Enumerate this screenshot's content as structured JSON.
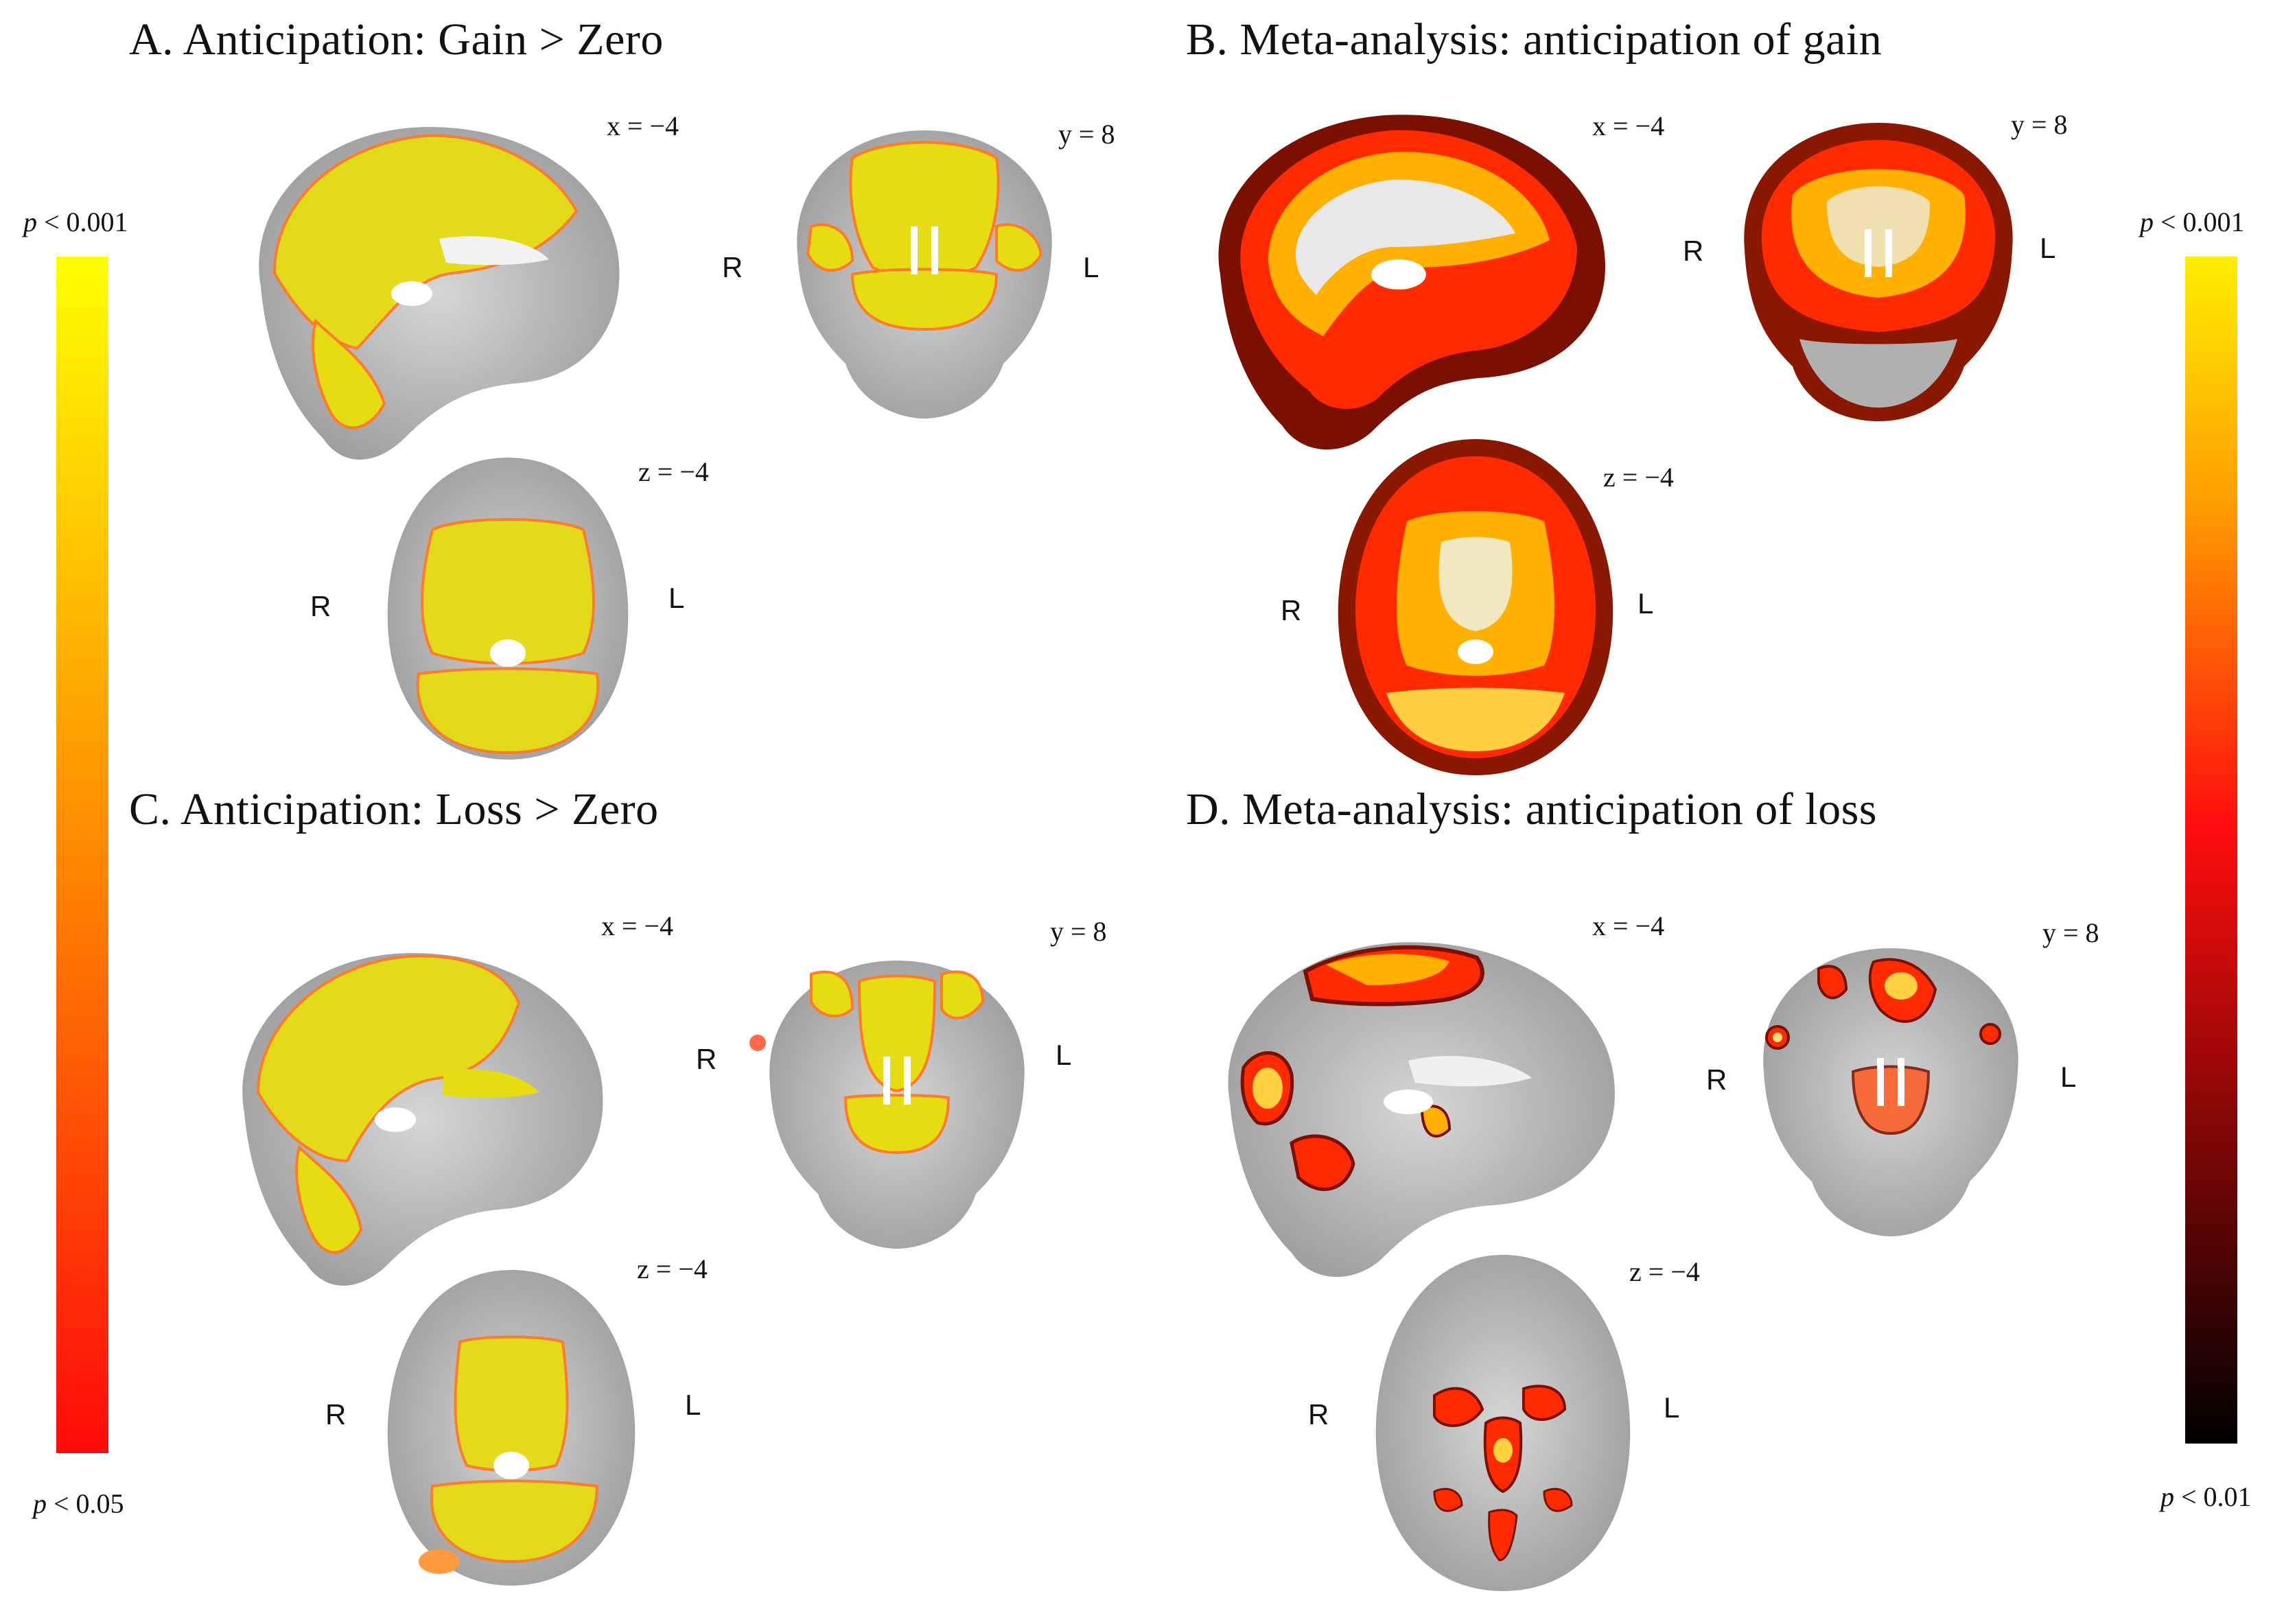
{
  "panels": {
    "A": {
      "title": "A. Anticipation: Gain > Zero",
      "x": "x = −4",
      "y": "y = 8",
      "z": "z = −4",
      "right": "R",
      "left": "L"
    },
    "B": {
      "title": "B. Meta-analysis: anticipation of gain",
      "x": "x = −4",
      "y": "y = 8",
      "z": "z = −4",
      "right": "R",
      "left": "L"
    },
    "C": {
      "title": "C. Anticipation: Loss > Zero",
      "x": "x = −4",
      "y": "y = 8",
      "z": "z = −4",
      "right": "R",
      "left": "L"
    },
    "D": {
      "title": "D. Meta-analysis: anticipation of loss",
      "x": "x = −4",
      "y": "y = 8",
      "z": "z = −4",
      "right": "R",
      "left": "L"
    }
  },
  "colorbars": {
    "left": {
      "p_symbol": "p",
      "top": "< 0.001",
      "bottom": "< 0.05",
      "colors": [
        "#ff0a0a",
        "#ff8800",
        "#ffff00"
      ]
    },
    "right": {
      "p_symbol": "p",
      "top": "< 0.001",
      "bottom": "< 0.01",
      "colors": [
        "#000000",
        "#ff0d0d",
        "#ffa000",
        "#ffee00"
      ]
    }
  },
  "overlay_colors": {
    "gain_loss_fill": "#e6dc12",
    "gain_loss_edge": "#ff7a2a",
    "meta_hot": "#ff2a00",
    "meta_warm": "#ffb000",
    "meta_dark": "#7a1000",
    "brain_gray": "#b8b8b8"
  }
}
